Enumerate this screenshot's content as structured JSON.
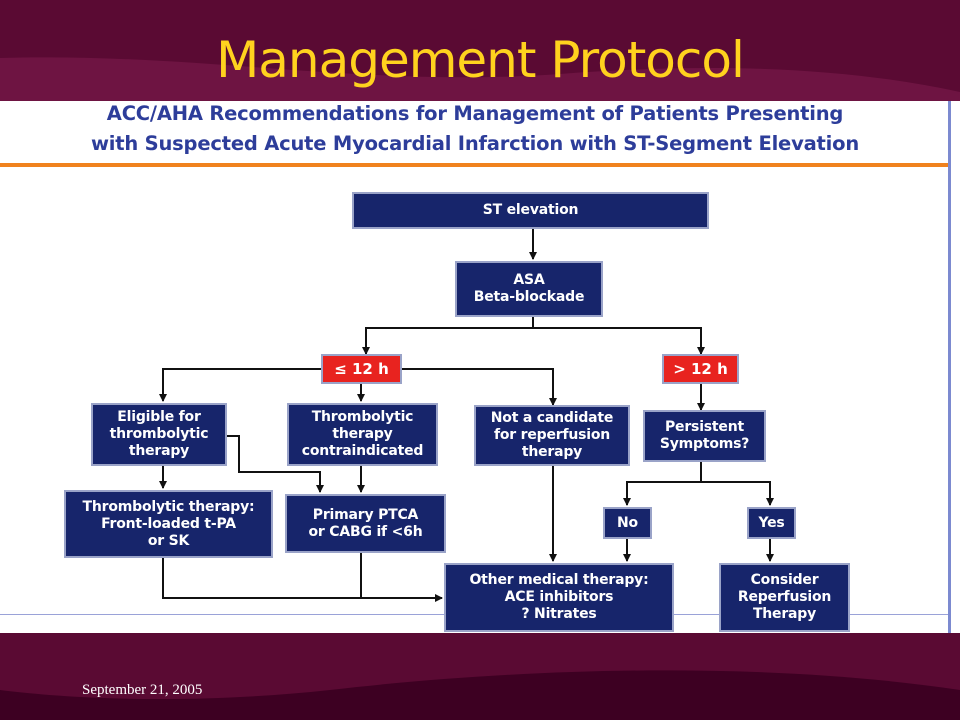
{
  "slide": {
    "title": "Management Protocol",
    "footer_date": "September 21, 2005"
  },
  "figure": {
    "heading_line_1": "ACC/AHA Recommendations for Management of Patients Presenting",
    "heading_line_2": "with Suspected Acute Myocardial Infarction with ST-Segment Elevation"
  },
  "flowchart": {
    "st_elevation": "ST elevation",
    "asa_beta": "ASA\nBeta-blockade",
    "le_12h": "≤ 12 h",
    "gt_12h": "> 12 h",
    "eligible": "Eligible for\nthrombolytic\ntherapy",
    "contraindicated": "Thrombolytic\ntherapy\ncontraindicated",
    "not_candidate": "Not a candidate\nfor reperfusion\ntherapy",
    "persistent": "Persistent\nSymptoms?",
    "thrombolytic_therapy": "Thrombolytic therapy:\nFront-loaded t-PA\nor SK",
    "primary_ptca": "Primary PTCA\nor CABG if <6h",
    "no": "No",
    "yes": "Yes",
    "other_medical": "Other medical therapy:\nACE inhibitors\n? Nitrates",
    "consider_reperfusion": "Consider\nReperfusion\nTherapy"
  }
}
